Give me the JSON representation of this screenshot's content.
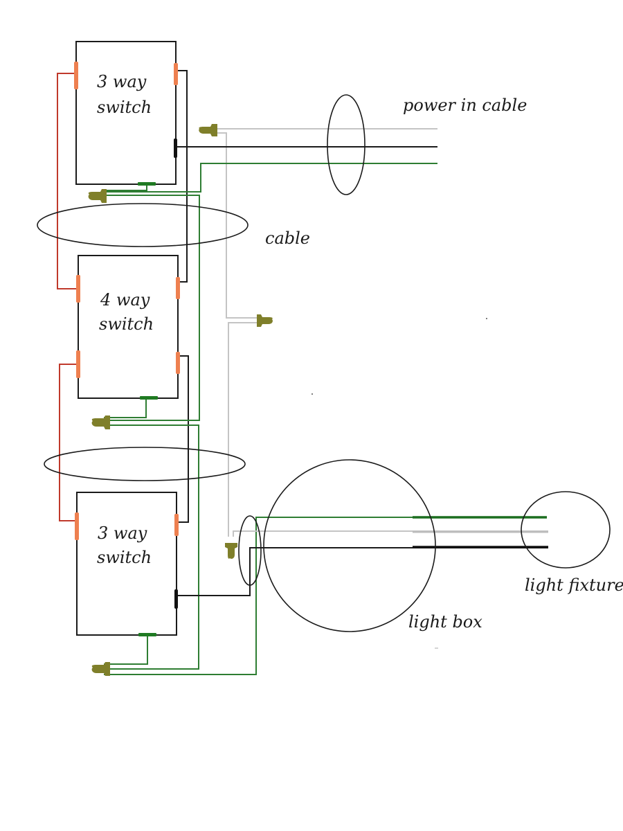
{
  "diagram": {
    "title": "3-way / 4-way switch wiring diagram",
    "labels": {
      "switch_top_line1": "3 way",
      "switch_top_line2": "switch",
      "switch_mid_line1": "4 way",
      "switch_mid_line2": "switch",
      "switch_bot_line1": "3 way",
      "switch_bot_line2": "switch",
      "power_in_cable": "power in cable",
      "cable": "cable",
      "light_box": "light box",
      "light_fixture": "light fixture"
    },
    "colors": {
      "hot_black": "#1a1a1a",
      "traveler_red": "#c0392b",
      "ground_green": "#2e7d32",
      "neutral_white": "#c4c4c4",
      "brass_terminal": "#ee8050",
      "wire_nut": "#7f7f2a"
    },
    "components": [
      {
        "type": "switch",
        "name": "3 way switch (top)"
      },
      {
        "type": "switch",
        "name": "4 way switch"
      },
      {
        "type": "switch",
        "name": "3 way switch (bottom)"
      },
      {
        "type": "junction",
        "name": "light box"
      },
      {
        "type": "load",
        "name": "light fixture"
      },
      {
        "type": "cable",
        "name": "power in cable"
      },
      {
        "type": "cable",
        "name": "cable"
      }
    ]
  }
}
